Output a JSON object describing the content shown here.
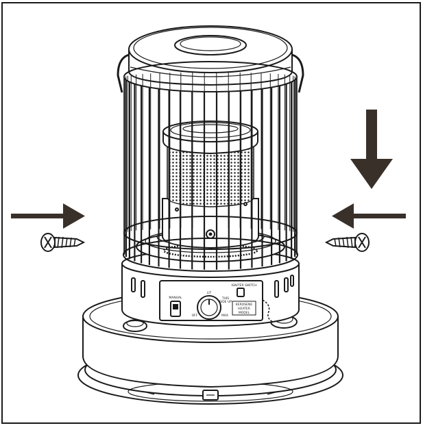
{
  "figure": {
    "colors": {
      "line": "#1a1a1a",
      "arrow": "#3a302a",
      "background": "#ffffff",
      "mesh": "#2a2a2a"
    },
    "panel": {
      "top_label": "IGNITER SWITCH",
      "dial_label_top": "LIT",
      "dial_label_left": "OFF",
      "dial_label_right": "MAX",
      "left_label": "MANUAL",
      "right_label_1": "THIS",
      "right_label_2": "SIDE UP",
      "plate_lines": [
        "KEROSENE",
        "HEATER",
        "MODEL"
      ]
    },
    "icons": [
      "arrow-right-icon",
      "arrow-left-icon",
      "arrow-down-icon",
      "screw-left-icon",
      "screw-right-icon"
    ]
  }
}
